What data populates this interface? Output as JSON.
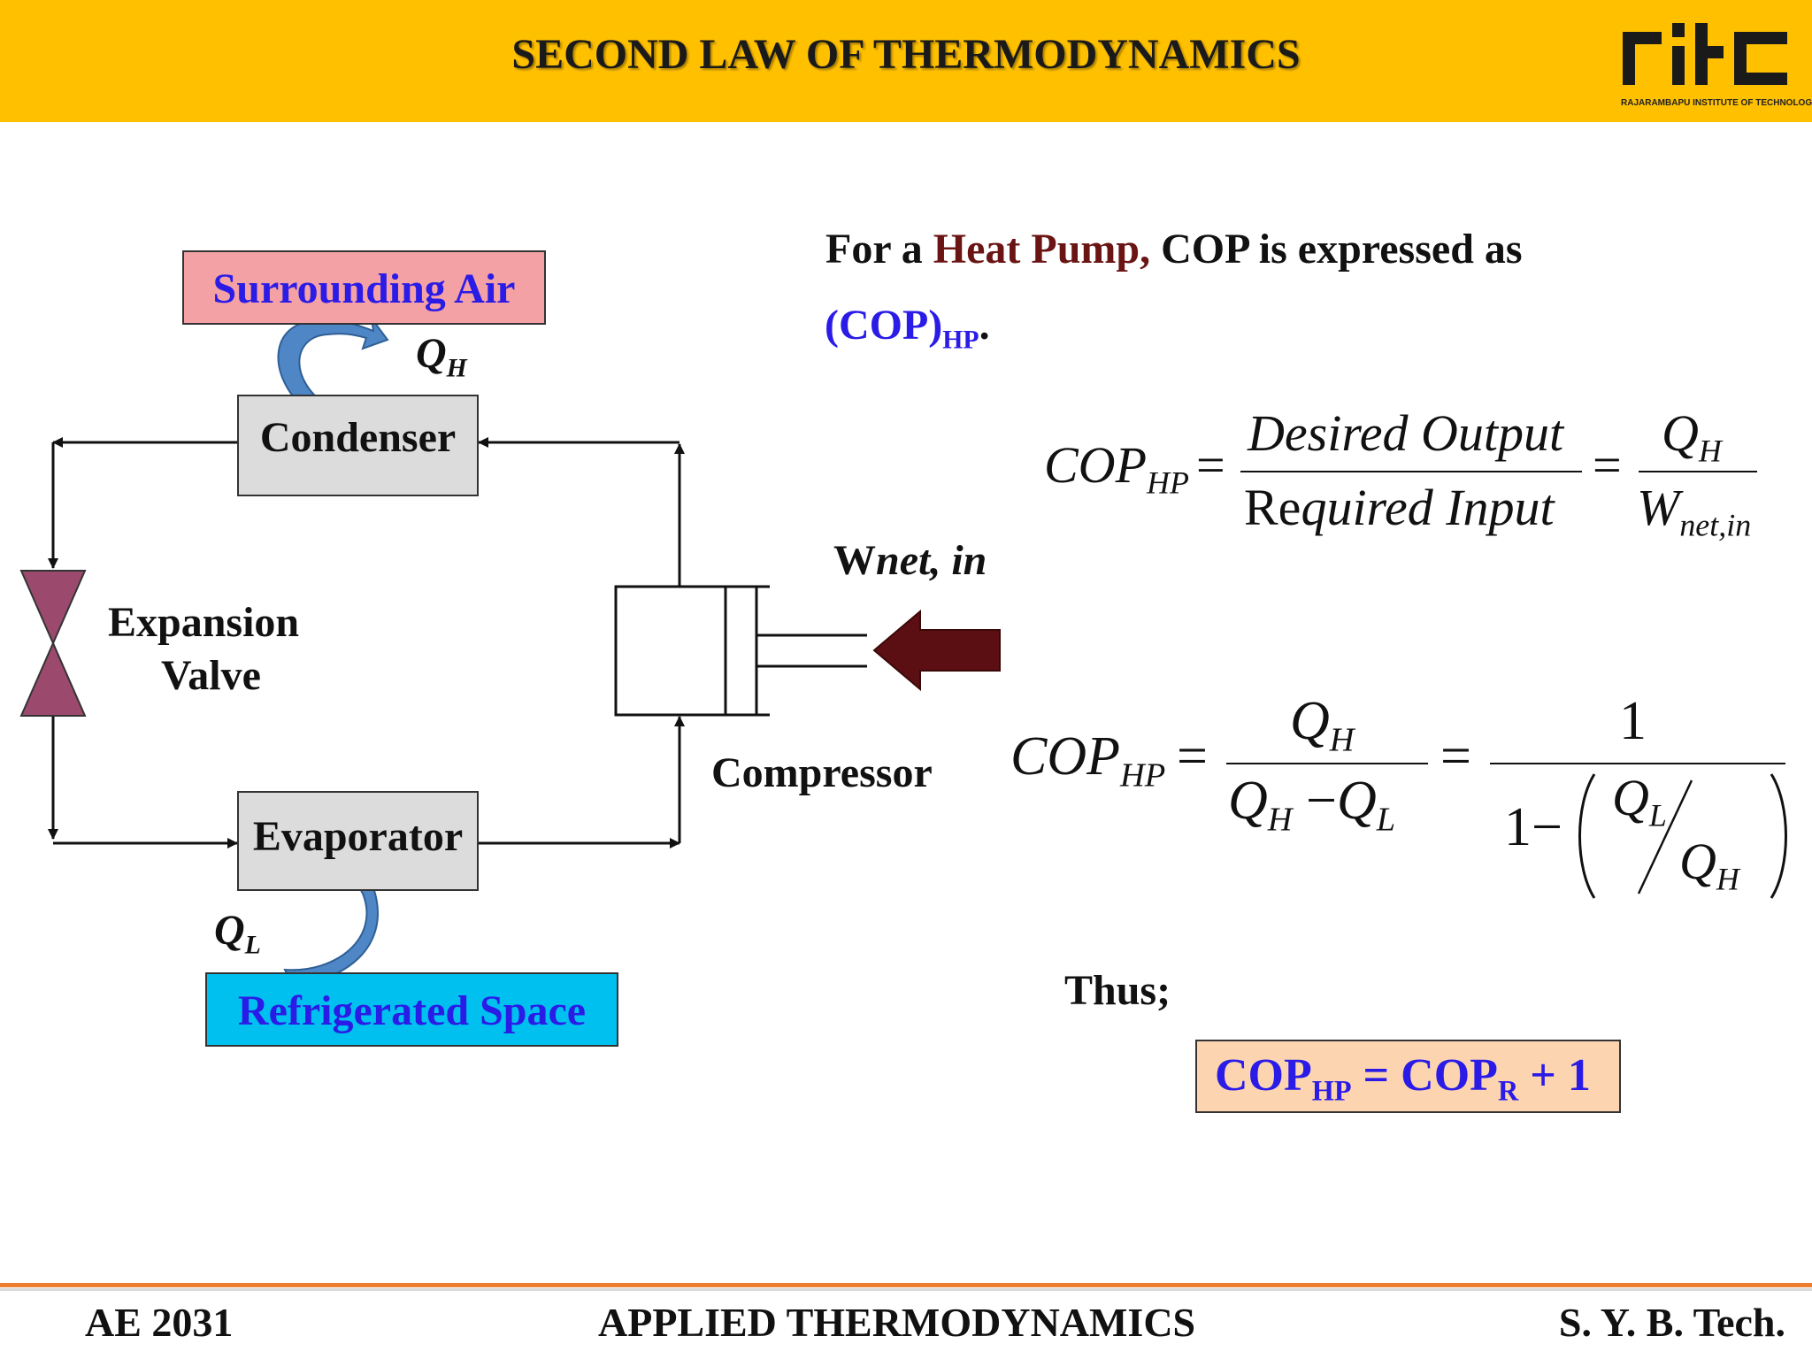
{
  "header": {
    "title": "SECOND LAW OF THERMODYNAMICS",
    "logo_mark": "rit",
    "logo_text": "RAJARAMBAPU INSTITUTE OF TECHNOLOGY"
  },
  "diagram": {
    "surrounding_air": "Surrounding Air",
    "condenser": "Condenser",
    "evaporator": "Evaporator",
    "refrigerated_space": "Refrigerated Space",
    "expansion_valve_line1": "Expansion",
    "expansion_valve_line2": "Valve",
    "compressor": "Compressor",
    "qh_base": "Q",
    "qh_sub": "H",
    "ql_base": "Q",
    "ql_sub": "L",
    "w_base": "W",
    "w_rest": "net, in"
  },
  "text": {
    "intro_pre": "For a ",
    "intro_heat_pump": "Heat Pump,",
    "intro_post": " COP is expressed as",
    "cop_hp": "(COP)",
    "cop_hp_sub": "HP",
    "cop_hp_dot": ".",
    "thus": "Thus;"
  },
  "equation1": {
    "lhs": "COP",
    "lhs_sub": "HP",
    "eq": "=",
    "num": "Desired Output",
    "den_re": "Re",
    "den_rest": "quired Input",
    "eq2": "=",
    "num2": "Q",
    "num2_sub": "H",
    "den2": "W",
    "den2_sub": "net,in"
  },
  "equation2": {
    "lhs": "COP",
    "lhs_sub": "HP",
    "eq": "=",
    "num": "Q",
    "num_sub": "H",
    "den_a": "Q",
    "den_a_sub": "H",
    "den_minus": "−",
    "den_b": "Q",
    "den_b_sub": "L",
    "eq2": "=",
    "one": "1",
    "den_one": "1",
    "den_minus2": "−",
    "frac_top": "Q",
    "frac_top_sub": "L",
    "frac_bot": "Q",
    "frac_bot_sub": "H"
  },
  "result": {
    "lhs": "COP",
    "lhs_sub": "HP",
    "eq": " = ",
    "rhs": "COP",
    "rhs_sub": "R",
    "plus": " + 1"
  },
  "footer": {
    "left": "AE 2031",
    "center": "APPLIED THERMODYNAMICS",
    "right": "S. Y. B. Tech."
  },
  "colors": {
    "header_bg": "#ffc000",
    "accent_blue": "#2b1be6",
    "heat_pump_red": "#6b1414",
    "valve": "#9b4a6e",
    "arrow_blue": "#4f86c6",
    "work_arrow": "#5c0f12",
    "footer_line": "#ed7d31"
  }
}
